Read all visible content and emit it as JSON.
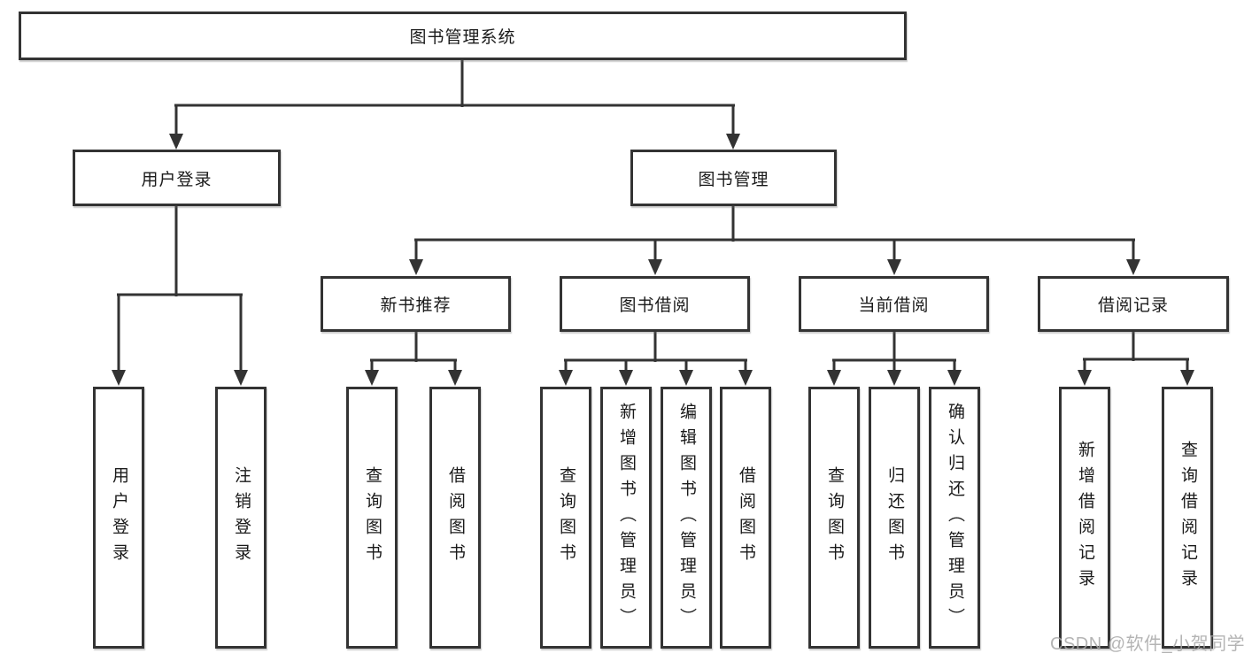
{
  "nodes": {
    "root": "图书管理系统",
    "user_login": "用户登录",
    "book_management": "图书管理",
    "new_book_recommend": "新书推荐",
    "book_borrowing": "图书借阅",
    "current_borrowing": "当前借阅",
    "borrow_records": "借阅记录",
    "leaf_user_login": "用户登录",
    "leaf_logout": "注销登录",
    "leaf_query_books_recommend": "查询图书",
    "leaf_borrow_books_recommend": "借阅图书",
    "leaf_query_books_borrowing": "查询图书",
    "leaf_add_book_admin": "新增图书（管理员）",
    "leaf_edit_book_admin": "编辑图书（管理员）",
    "leaf_borrow_books_borrowing": "借阅图书",
    "leaf_query_books_current": "查询图书",
    "leaf_return_book": "归还图书",
    "leaf_confirm_return_admin": "确认归还（管理员）",
    "leaf_add_borrow_record": "新增借阅记录",
    "leaf_query_borrow_record": "查询借阅记录"
  },
  "watermark": "CSDN @软件_小贺同学",
  "colors": {
    "line": "#333333",
    "box_border": "#333333",
    "box_background": "#ffffff",
    "text": "#1a1a1a",
    "watermark": "#a8a8a8"
  }
}
